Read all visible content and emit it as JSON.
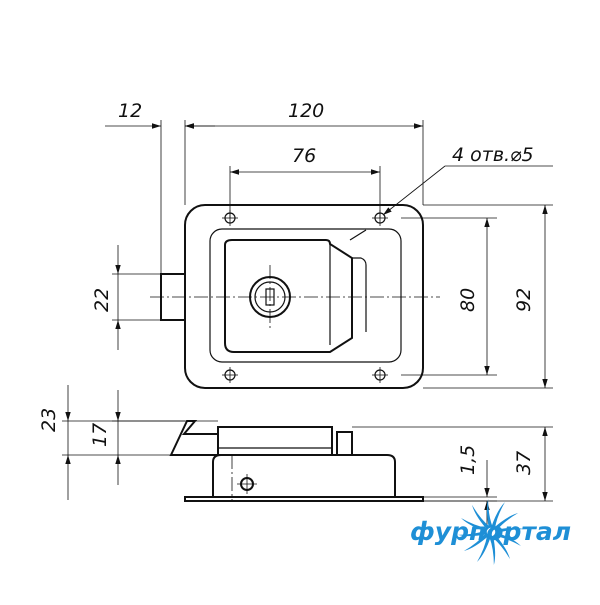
{
  "dimensions": {
    "d12": "12",
    "d120": "120",
    "d76": "76",
    "holes": "4 отв.⌀5",
    "d22": "22",
    "d80": "80",
    "d92": "92",
    "d23": "23",
    "d17": "17",
    "d1_5": "1,5",
    "d37": "37"
  },
  "logo": {
    "text": "фурпортал",
    "color": "#1e8fd6"
  }
}
